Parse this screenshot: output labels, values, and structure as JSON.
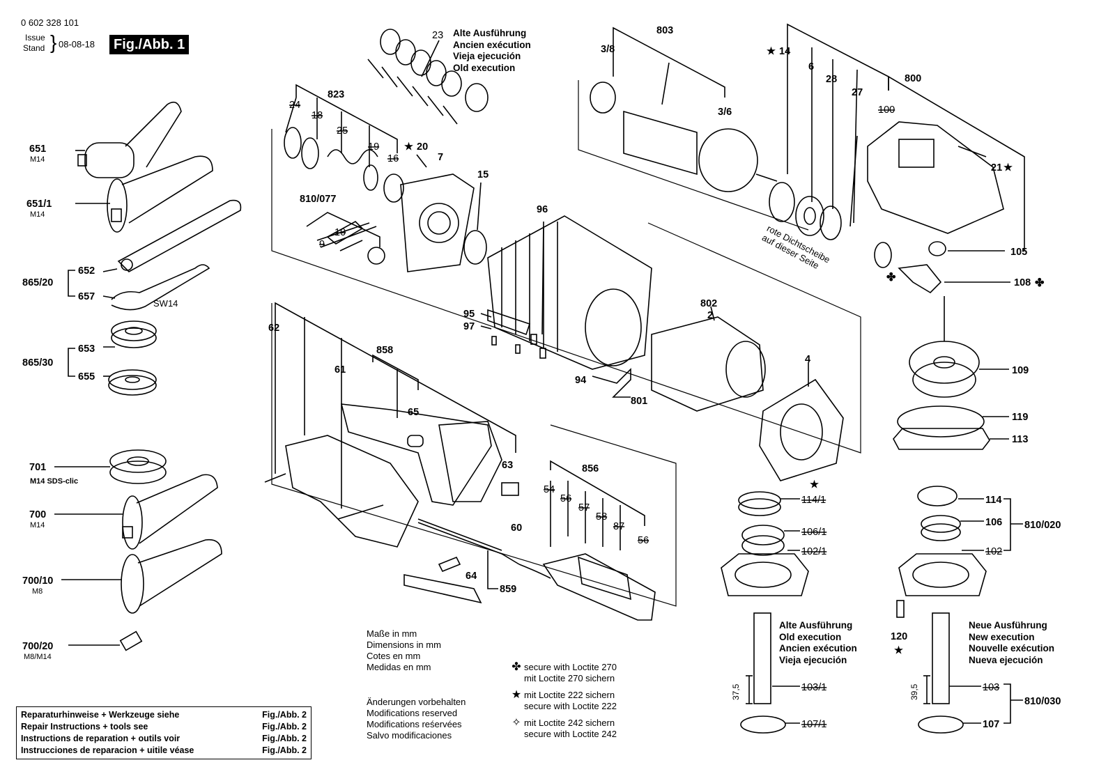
{
  "header": {
    "part_number": "0 602 328 101",
    "issue_label": "Issue",
    "stand_label": "Stand",
    "date": "08-08-18",
    "figure": "Fig./Abb. 1"
  },
  "old_execution_top": [
    "Alte Ausführung",
    "Ancien exécution",
    "Vieja ejecución",
    "Old execution"
  ],
  "old_execution_bottom": [
    "Alte Ausführung",
    "Old execution",
    "Ancien exécution",
    "Vieja ejecución"
  ],
  "new_execution": [
    "Neue Ausführung",
    "New execution",
    "Nouvelle exécution",
    "Nueva ejecución"
  ],
  "seal_note": [
    "rote Dichtscheibe",
    "auf dieser Seite"
  ],
  "dimensions_note": [
    "Maße in mm",
    "Dimensions in mm",
    "Cotes en mm",
    "Medidas en mm"
  ],
  "modifications_note": [
    "Änderungen vorbehalten",
    "Modifications reserved",
    "Modifications reśervées",
    "Salvo modificaciones"
  ],
  "loctite_legend": [
    {
      "symbol": "✤",
      "lines": [
        "secure with Loctite 270",
        "mit Loctite 270 sichern"
      ]
    },
    {
      "symbol": "★",
      "lines": [
        "mit Loctite 222 sichern",
        "secure with Loctite 222"
      ]
    },
    {
      "symbol": "✧",
      "lines": [
        "mit Loctite 242 sichern",
        "secure with Loctite 242"
      ]
    }
  ],
  "repair_box": [
    {
      "text": "Reparaturhinweise + Werkzeuge siehe",
      "ref": "Fig./Abb. 2"
    },
    {
      "text": "Repair Instructions + tools see",
      "ref": "Fig./Abb. 2"
    },
    {
      "text": "Instructions de reparation + outils voir",
      "ref": "Fig./Abb. 2"
    },
    {
      "text": "Instrucciones de reparacion + uitile véase",
      "ref": "Fig./Abb. 2"
    }
  ],
  "callouts": {
    "c651": "651",
    "c651_sub": "M14",
    "c651_1": "651/1",
    "c651_1_sub": "M14",
    "c865_20": "865/20",
    "c652": "652",
    "c657": "657",
    "sw14": "SW14",
    "c865_30": "865/30",
    "c653": "653",
    "c655": "655",
    "c701": "701",
    "c701_sub": "M14 SDS-clic",
    "c700": "700",
    "c700_sub": "M14",
    "c700_10": "700/10",
    "c700_10_sub": "M8",
    "c700_20": "700/20",
    "c700_20_sub": "M8/M14",
    "c23": "23",
    "c823": "823",
    "c24": "24",
    "c18": "18",
    "c25": "25",
    "c19": "19",
    "c16": "16",
    "c20": "20",
    "c7": "7",
    "c15": "15",
    "c810_077": "810/077",
    "c10": "10",
    "c9": "9",
    "c96": "96",
    "c95": "95",
    "c97": "97",
    "c94": "94",
    "c801": "801",
    "c803": "803",
    "c3_8": "3/8",
    "c3_6": "3/6",
    "c14": "14",
    "c6": "6",
    "c28": "28",
    "c27": "27",
    "c800": "800",
    "c100": "100",
    "c21": "21",
    "c105": "105",
    "c108": "108",
    "c109": "109",
    "c119": "119",
    "c113": "113",
    "c802": "802",
    "c2": "2",
    "c4": "4",
    "c62": "62",
    "c61": "61",
    "c858": "858",
    "c65": "65",
    "c63": "63",
    "c856": "856",
    "c54": "54",
    "c56a": "56",
    "c57": "57",
    "c58": "58",
    "c87": "87",
    "c56b": "56",
    "c60": "60",
    "c64": "64",
    "c859": "859",
    "c114_1": "114/1",
    "c106_1": "106/1",
    "c102_1": "102/1",
    "c103_1": "103/1",
    "c107_1": "107/1",
    "c114": "114",
    "c106": "106",
    "c102": "102",
    "c103": "103",
    "c107": "107",
    "c810_020": "810/020",
    "c810_030": "810/030",
    "c120": "120",
    "dim37_5": "37,5",
    "dim39_5": "39,5"
  }
}
